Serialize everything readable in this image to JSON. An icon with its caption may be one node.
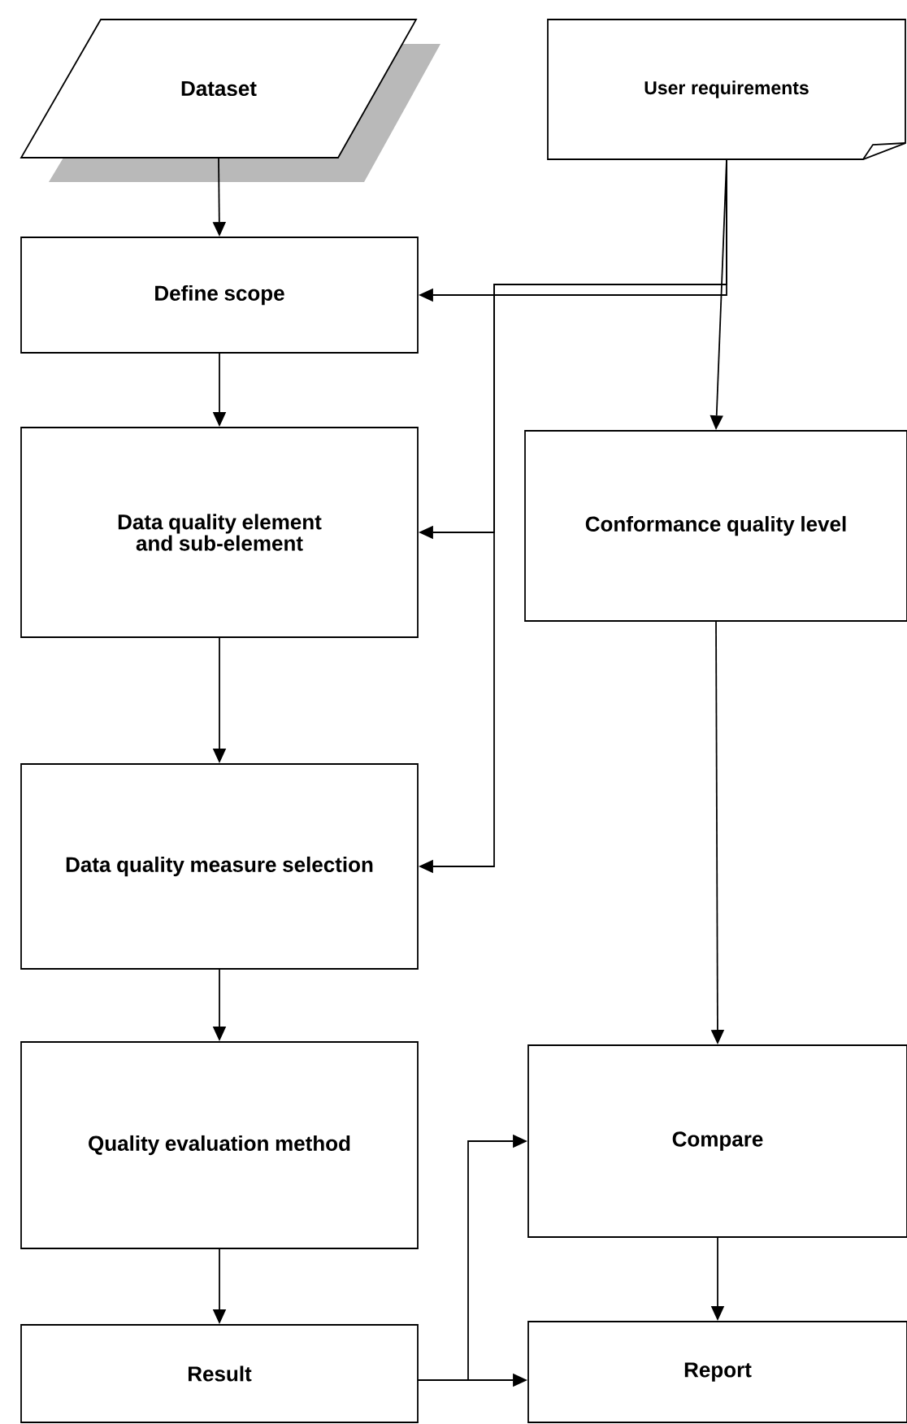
{
  "diagram": {
    "nodes": [
      {
        "text": [
          "Dataset"
        ]
      },
      {
        "text": [
          "User requirements"
        ]
      },
      {
        "text": [
          "Define scope"
        ]
      },
      {
        "text": [
          "Data quality element and sub-element"
        ]
      },
      {
        "text": [
          "Conformance quality level"
        ]
      },
      {
        "text": [
          "Data quality measure selection"
        ]
      },
      {
        "text": [
          "Quality evaluation method"
        ]
      },
      {
        "text": [
          "Compare"
        ]
      },
      {
        "text": [
          "Result"
        ]
      },
      {
        "text": [
          "Report"
        ]
      }
    ],
    "edges": [
      {
        "from": 0,
        "to": 2,
        "arrow": "to"
      },
      {
        "from": 1,
        "to": 2,
        "arrow": "to"
      },
      {
        "from": 1,
        "to": 4,
        "arrow": "to"
      },
      {
        "from": 1,
        "to": 3,
        "arrow": "to"
      },
      {
        "from": 1,
        "to": 5,
        "arrow": "to"
      },
      {
        "from": 2,
        "to": 3,
        "arrow": "to"
      },
      {
        "from": 3,
        "to": 5,
        "arrow": "to"
      },
      {
        "from": 5,
        "to": 6,
        "arrow": "to"
      },
      {
        "from": 4,
        "to": 7,
        "arrow": "to"
      },
      {
        "from": 6,
        "to": 8,
        "arrow": "to"
      },
      {
        "from": 7,
        "to": 9,
        "arrow": "to"
      },
      {
        "from": 8,
        "to": 7,
        "arrow": "to"
      },
      {
        "from": 8,
        "to": 9,
        "arrow": "to"
      }
    ]
  }
}
